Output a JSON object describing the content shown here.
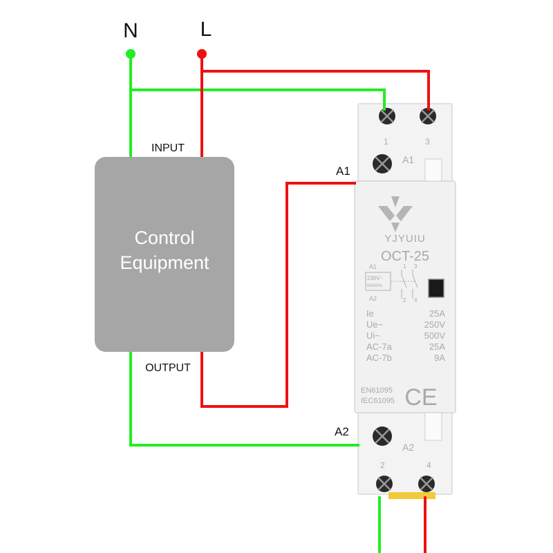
{
  "terminals": {
    "neutral": "N",
    "live": "L"
  },
  "control_box": {
    "input_label": "INPUT",
    "output_label": "OUTPUT",
    "title_line1": "Control",
    "title_line2": "Equipment"
  },
  "coil_labels": {
    "a1": "A1",
    "a2": "A2"
  },
  "contactor": {
    "brand": "YJYUIU",
    "model": "OCT-25",
    "terminal_1": "1",
    "terminal_3": "3",
    "terminal_2": "2",
    "terminal_4": "4",
    "coil_a1": "A1",
    "coil_a2": "A2",
    "schematic": {
      "a1": "A1",
      "a2": "A2",
      "voltage": "230V~",
      "frequency": "50/60Hz",
      "c1": "1",
      "c3": "3",
      "c2": "2",
      "c4": "4"
    },
    "specs": [
      {
        "name": "Ie",
        "value": "25A"
      },
      {
        "name": "Ue~",
        "value": "250V"
      },
      {
        "name": "Ui~",
        "value": "500V"
      },
      {
        "name": "AC-7a",
        "value": "25A"
      },
      {
        "name": "AC-7b",
        "value": "9A"
      }
    ],
    "standard_1": "EN61095",
    "standard_2": "IEC61095",
    "ce_mark": "CE"
  },
  "colors": {
    "neutral_wire": "#22ee22",
    "live_wire": "#ee1111",
    "control_box": "#a6a6a6",
    "contactor_body": "#f3f3f3"
  }
}
